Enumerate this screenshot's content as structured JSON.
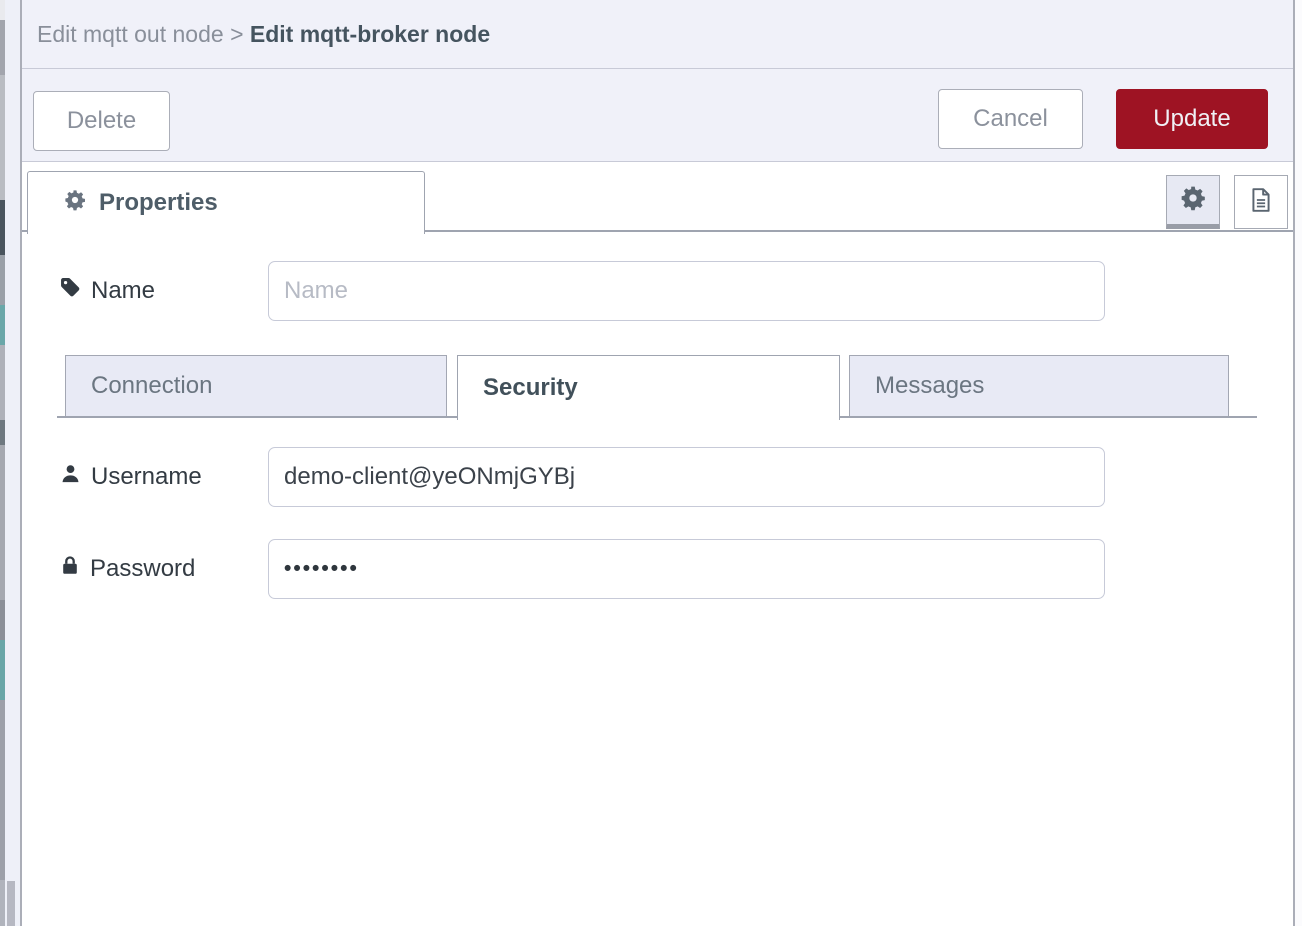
{
  "header": {
    "breadcrumb_parent": "Edit mqtt out node",
    "separator": " > ",
    "breadcrumb_current": "Edit mqtt-broker node"
  },
  "toolbar": {
    "delete_label": "Delete",
    "cancel_label": "Cancel",
    "update_label": "Update"
  },
  "editor": {
    "properties_tab_label": "Properties"
  },
  "form": {
    "name": {
      "label": "Name",
      "placeholder": "Name",
      "value": ""
    },
    "section_tabs": {
      "connection_label": "Connection",
      "security_label": "Security",
      "messages_label": "Messages",
      "active_tab": "Security"
    },
    "username": {
      "label": "Username",
      "value": "demo-client@yeONmjGYBj"
    },
    "password": {
      "label": "Password",
      "display_value": "••••••••"
    }
  },
  "colors": {
    "update_button": "#9e1323",
    "tray_background": "#f0f1f9",
    "inactive_tab_background": "#e8eaf5",
    "border": "#9fa4b0",
    "palette_teal": "#69a6a8"
  }
}
